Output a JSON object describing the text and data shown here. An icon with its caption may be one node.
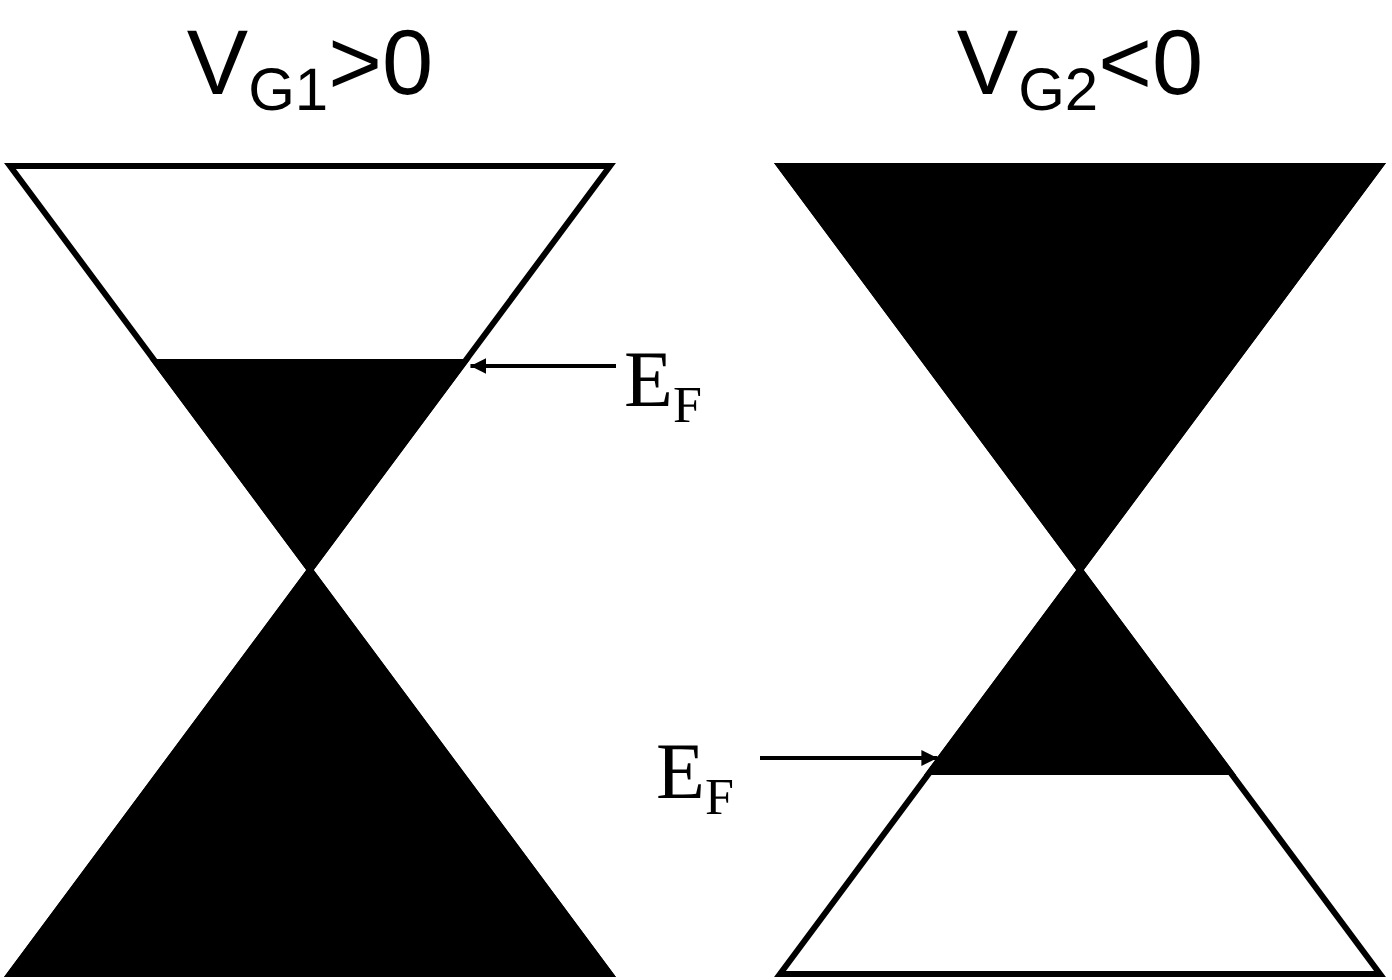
{
  "diagram": {
    "nodes": [
      {
        "text": [
          "V$_{G1}$>0"
        ]
      },
      {
        "text": [
          "E$_{F}$"
        ]
      },
      {
        "text": [
          "V$_{G2}$<0"
        ]
      },
      {
        "text": [
          "E$_{F}$"
        ]
      }
    ],
    "edges": [
      {
        "from": 1,
        "to": 0,
        "arrow": "to"
      },
      {
        "from": 3,
        "to": 2,
        "arrow": "to"
      }
    ]
  }
}
